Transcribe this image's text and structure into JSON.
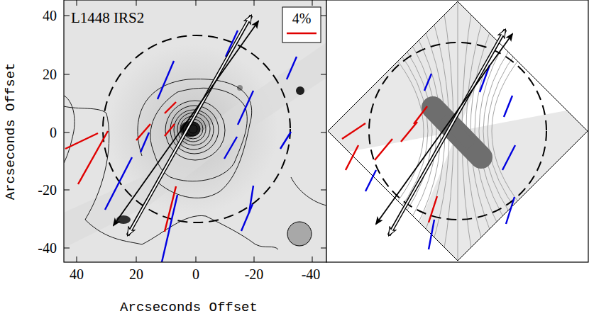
{
  "diagram": {
    "labels": [
      "L1448 IRS2",
      "40",
      "20",
      "0",
      "-20",
      "-40",
      "40",
      "20",
      "0",
      "-20",
      "-40",
      "Arcseconds Offset",
      "Arcseconds Offset"
    ],
    "legend": [
      {
        "text": "4%"
      }
    ]
  }
}
